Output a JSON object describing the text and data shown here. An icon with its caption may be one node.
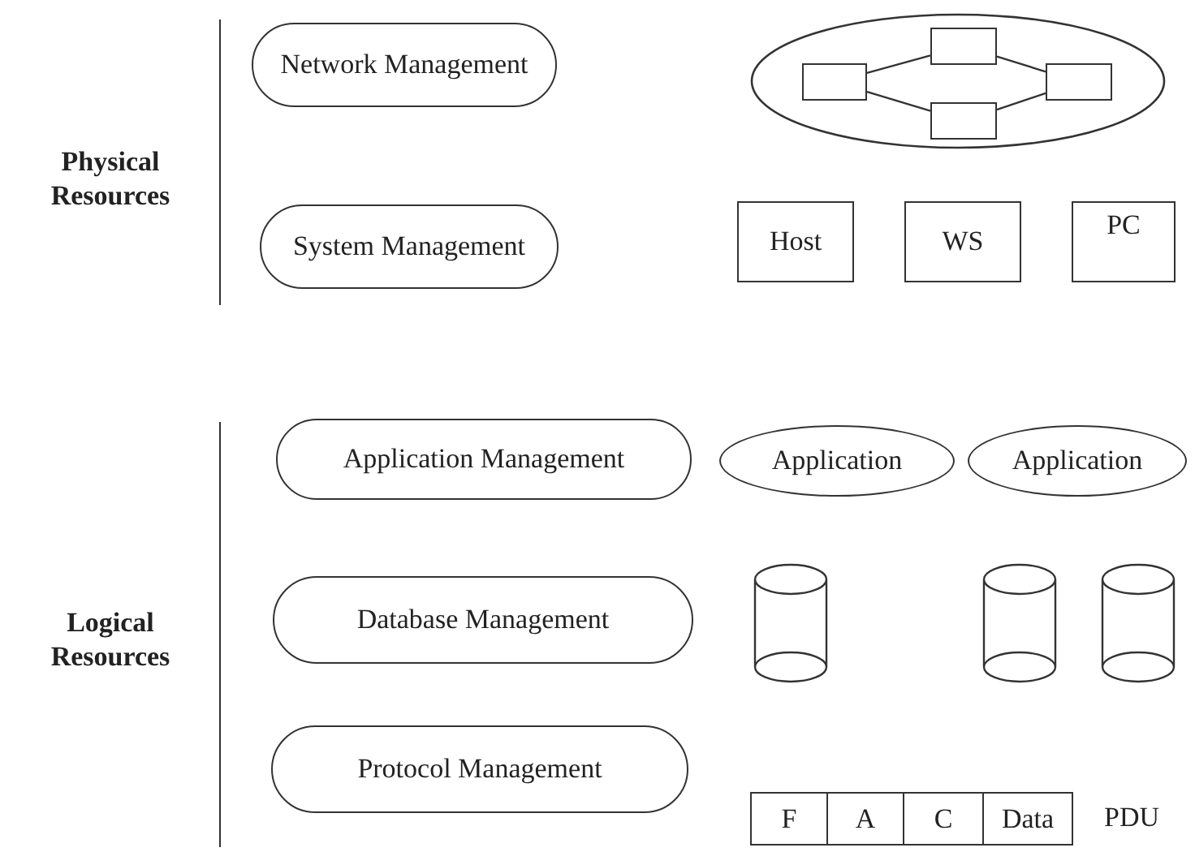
{
  "diagram": {
    "nodes": [
      {
        "text": [
          "Network Management"
        ]
      },
      {
        "text": [],
        "shape": "ellipse"
      },
      {
        "text": [],
        "shape": "box",
        "in": 1
      },
      {
        "text": [],
        "shape": "box",
        "in": 1
      },
      {
        "text": [],
        "shape": "box",
        "in": 1
      },
      {
        "text": [],
        "shape": "box",
        "in": 1
      },
      {
        "text": [
          "System Management"
        ]
      },
      {
        "text": [
          "Host"
        ]
      },
      {
        "text": [
          "WS"
        ]
      },
      {
        "text": [
          "PC"
        ]
      },
      {
        "text": [
          "Application Management"
        ]
      },
      {
        "text": [
          "Application"
        ]
      },
      {
        "text": [
          "Application"
        ]
      },
      {
        "text": [
          "Database Management"
        ]
      },
      {
        "text": [],
        "shape": "cylinder"
      },
      {
        "text": [],
        "shape": "cylinder"
      },
      {
        "text": [],
        "shape": "cylinder"
      },
      {
        "text": [
          "Protocol Management"
        ]
      },
      {
        "text": [
          "F"
        ]
      },
      {
        "text": [
          "A"
        ]
      },
      {
        "text": [
          "C"
        ]
      },
      {
        "text": [
          "Data"
        ]
      }
    ],
    "edges": [
      {
        "from": 2,
        "to": 3,
        "arrow": "none"
      },
      {
        "from": 3,
        "to": 5,
        "arrow": "none"
      },
      {
        "from": 5,
        "to": 4,
        "arrow": "none"
      },
      {
        "from": 4,
        "to": 2,
        "arrow": "none"
      }
    ],
    "labels": [
      "Physical Resources",
      "Logical Resources",
      "PDU"
    ]
  }
}
